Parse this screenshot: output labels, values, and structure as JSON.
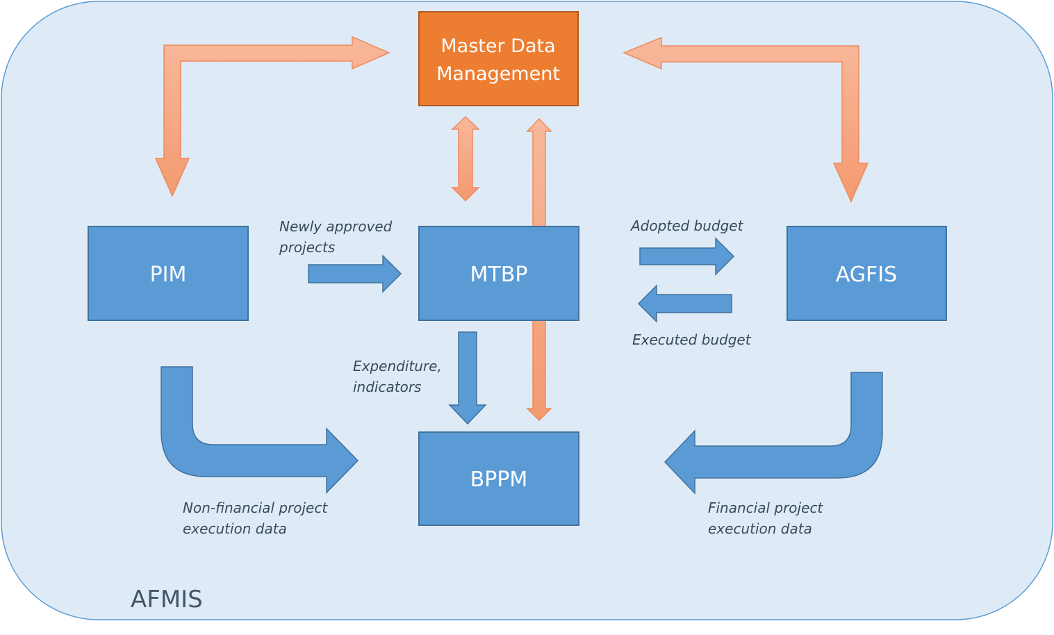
{
  "container": {
    "label": "AFMIS"
  },
  "boxes": {
    "mdm": {
      "line1": "Master Data",
      "line2": "Management"
    },
    "pim": "PIM",
    "mtbp": "MTBP",
    "agfis": "AGFIS",
    "bppm": "BPPM"
  },
  "flows": {
    "newly_approved": {
      "line1": "Newly approved",
      "line2": "projects"
    },
    "adopted_budget": "Adopted budget",
    "executed_budget": "Executed budget",
    "expenditure": {
      "line1": "Expenditure,",
      "line2": "indicators"
    },
    "non_financial": {
      "line1": "Non-financial project",
      "line2": "execution data"
    },
    "financial": {
      "line1": "Financial project",
      "line2": "execution data"
    }
  },
  "colors": {
    "container_fill": "#deebf7",
    "container_stroke": "#5b9bd5",
    "box_blue": "#5b9bd5",
    "box_blue_stroke": "#41719c",
    "box_orange": "#ed7d31",
    "box_orange_stroke": "#ae5a21",
    "arrow_blue": "#5b9bd5",
    "arrow_orange": "#f4a582"
  }
}
